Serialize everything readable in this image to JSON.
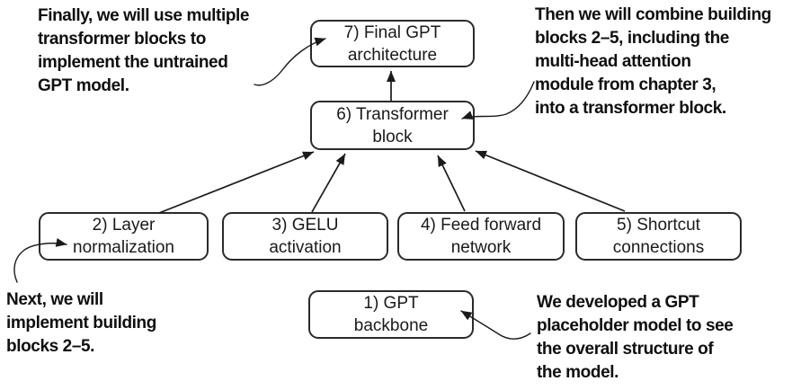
{
  "figure": {
    "ink": "#1a1a1a",
    "bg": "#ffffff"
  },
  "boxes": {
    "gpt_backbone": {
      "lines": [
        "1) GPT",
        "backbone"
      ]
    },
    "layer_norm": {
      "lines": [
        "2) Layer",
        "normalization"
      ]
    },
    "gelu": {
      "lines": [
        "3) GELU",
        "activation"
      ]
    },
    "feed_forward": {
      "lines": [
        "4) Feed forward",
        "network"
      ]
    },
    "shortcut": {
      "lines": [
        "5) Shortcut",
        "connections"
      ]
    },
    "transformer_block": {
      "lines": [
        "6) Transformer",
        "block"
      ]
    },
    "final_gpt": {
      "lines": [
        "7) Final GPT",
        "architecture"
      ]
    }
  },
  "annotations": {
    "top_left": {
      "lines": [
        "Finally, we will use multiple",
        "transformer blocks to",
        "implement the untrained",
        "GPT model."
      ]
    },
    "top_right": {
      "lines": [
        "Then we will combine building",
        "blocks 2–5, including the",
        "multi-head attention",
        "module from chapter 3,",
        "into a transformer block."
      ]
    },
    "bottom_left": {
      "lines": [
        "Next, we will",
        "implement building",
        "blocks 2–5."
      ]
    },
    "bottom_right": {
      "lines": [
        "We developed a GPT",
        "placeholder model to see",
        "the overall structure of",
        "the model."
      ]
    }
  }
}
